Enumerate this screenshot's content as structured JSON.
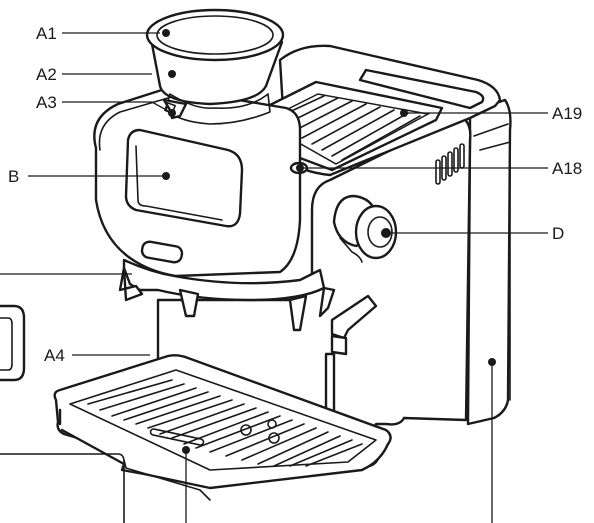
{
  "labels": {
    "a1": "A1",
    "a2": "A2",
    "a3": "A3",
    "a4": "A4",
    "a18": "A18",
    "a19": "A19",
    "b": "B",
    "d": "D"
  },
  "colors": {
    "line": "#1a1a1a",
    "background": "#ffffff"
  }
}
